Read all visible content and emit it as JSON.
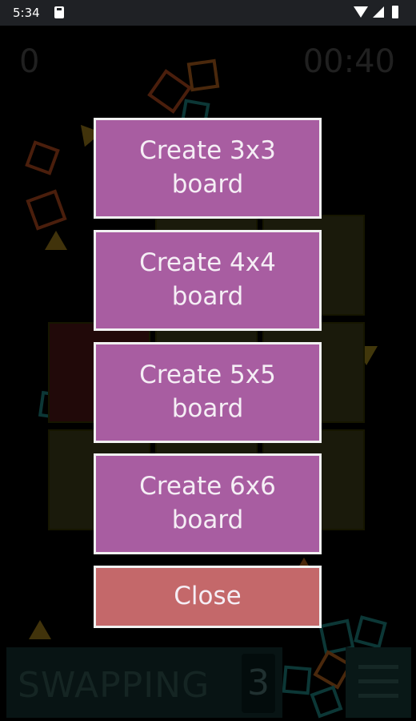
{
  "status_bar": {
    "time": "5:34"
  },
  "game": {
    "score": "0",
    "timer": "00:40"
  },
  "bottom": {
    "mode_label": "SWAPPING",
    "swap_count": "3"
  },
  "dialog": {
    "buttons": [
      {
        "label": "Create 3x3 board"
      },
      {
        "label": "Create 4x4 board"
      },
      {
        "label": "Create 5x5 board"
      },
      {
        "label": "Create 6x6 board"
      }
    ],
    "close_label": "Close"
  },
  "colors": {
    "create_button": "#a85da1",
    "close_button": "#c4686a",
    "button_border": "#f1f1f1"
  }
}
